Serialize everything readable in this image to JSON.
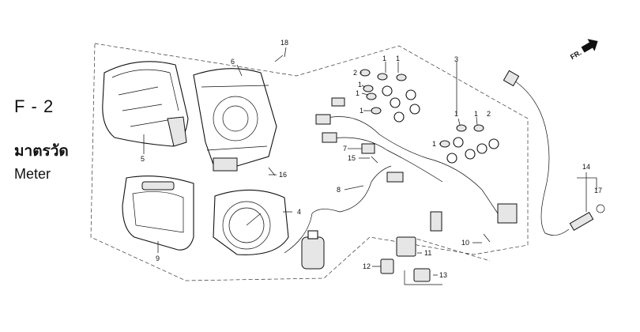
{
  "section": {
    "code": "F - 2",
    "thai_title": "มาตรวัด",
    "english_title": "Meter"
  },
  "direction_label": "FR.",
  "callouts": {
    "c1a": "1",
    "c1b": "1",
    "c1c": "1",
    "c1d": "1",
    "c1e": "1",
    "c1f": "1",
    "c1g": "1",
    "c1h": "1",
    "c2a": "2",
    "c2b": "2",
    "c3": "3",
    "c4": "4",
    "c5": "5",
    "c6": "6",
    "c7": "7",
    "c8": "8",
    "c9": "9",
    "c10": "10",
    "c11": "11",
    "c12": "12",
    "c13": "13",
    "c14": "14",
    "c15": "15",
    "c16": "16",
    "c17": "17",
    "c18": "18"
  }
}
